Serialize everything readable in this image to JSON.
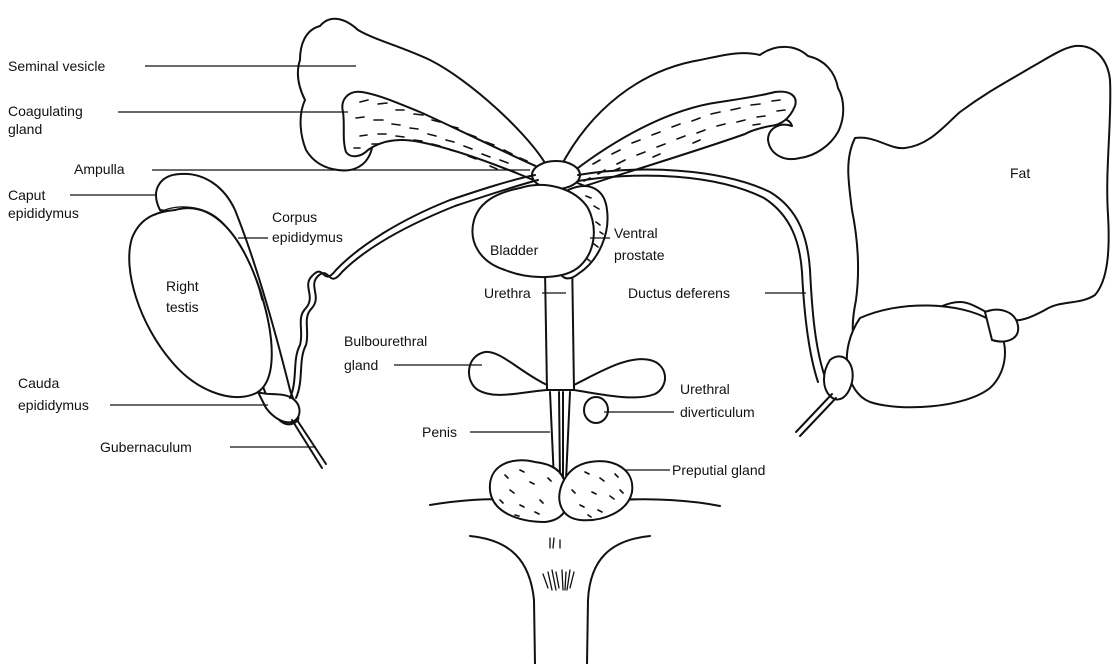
{
  "labels": {
    "seminal_vesicle": "Seminal vesicle",
    "coagulating_gland_1": "Coagulating",
    "coagulating_gland_2": "gland",
    "ampulla": "Ampulla",
    "caput_1": "Caput",
    "caput_2": "epididymus",
    "corpus_1": "Corpus",
    "corpus_2": "epididymus",
    "right_testis_1": "Right",
    "right_testis_2": "testis",
    "cauda_1": "Cauda",
    "cauda_2": "epididymus",
    "gubernaculum": "Gubernaculum",
    "bladder": "Bladder",
    "ventral_prostate_1": "Ventral",
    "ventral_prostate_2": "prostate",
    "urethra": "Urethra",
    "bulbourethral_1": "Bulbourethral",
    "bulbourethral_2": "gland",
    "penis": "Penis",
    "urethral_div_1": "Urethral",
    "urethral_div_2": "diverticulum",
    "preputial_gland": "Preputial gland",
    "ductus_deferens": "Ductus deferens",
    "fat": "Fat"
  }
}
